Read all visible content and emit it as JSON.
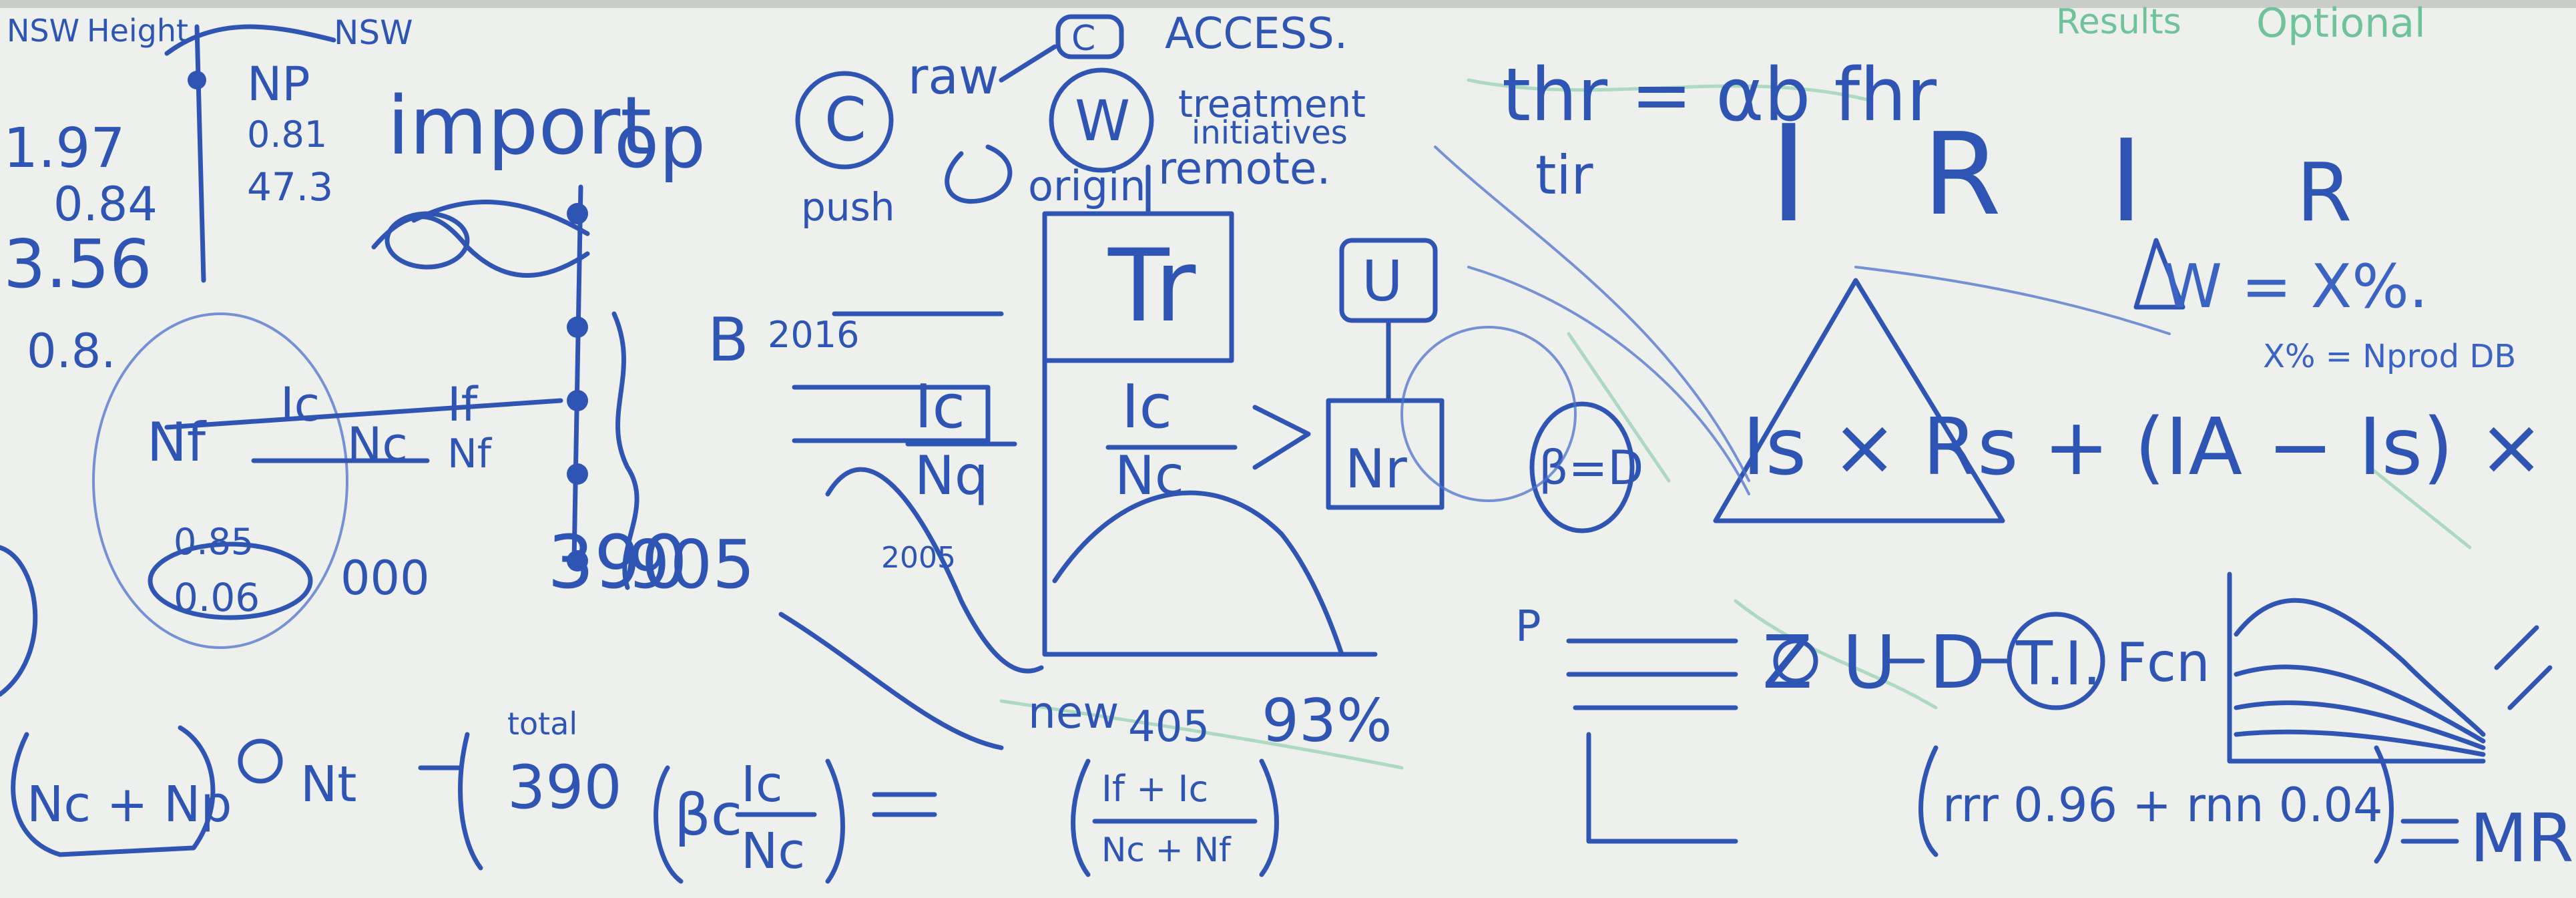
{
  "board": {
    "ink_color": "#2f55b4",
    "green_ink_color": "#6fc39a",
    "background_color": "#eef0ee",
    "top_left": [
      "NSW",
      "Height",
      "NSW",
      "NP"
    ],
    "left_numbers": [
      "1.97",
      "0.84",
      "3.56",
      "0.8.",
      "0.81",
      "47.3"
    ],
    "left_labels": [
      "import",
      "op"
    ],
    "left_formula": [
      "Nf",
      "Ic",
      "Nc",
      "If",
      "Nf",
      "0.85",
      "0.06",
      "000"
    ],
    "bottom_left": [
      "Nc + Np",
      "Nt",
      "total",
      "390",
      "390"
    ],
    "access_block": [
      "C",
      "raw",
      "C",
      "ACCESS.",
      "W",
      "treatment",
      "initiatives",
      "push",
      "origin",
      "remote."
    ],
    "center_labels": [
      "B",
      "2016",
      "Ic",
      "Nq",
      "Ic",
      "Nc",
      "Tr",
      "U",
      "Nr",
      "905",
      "2005",
      "new",
      "93%",
      "405"
    ],
    "bottom_center": [
      "βc",
      "Ic",
      "Nc",
      "If + Ic",
      "Nc + Nf"
    ],
    "top_right": [
      "Results",
      "Optional"
    ],
    "equations": [
      "thr = αb fhr",
      "tir",
      "I",
      "R",
      "I",
      "R",
      "Is × Rs + (IA − Is) × RIn",
      "β=D",
      "W = X%.",
      "X% = Nprod DB"
    ],
    "flow": [
      "Z",
      "U",
      "D",
      "T.I.",
      "Fcn",
      "P"
    ],
    "bottom_right": [
      "rrr 0.96 + rnn 0.04",
      "MR"
    ]
  }
}
